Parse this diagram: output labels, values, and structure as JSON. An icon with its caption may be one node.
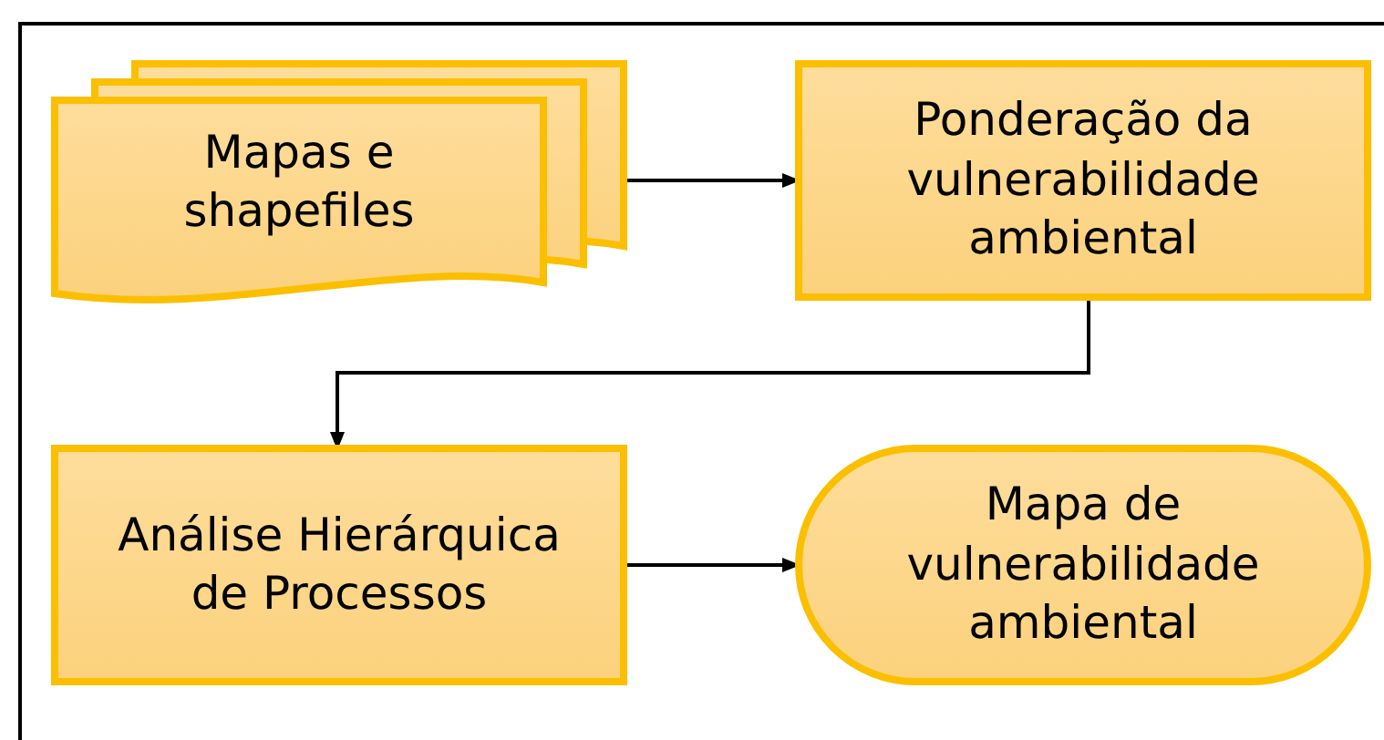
{
  "diagram": {
    "nodes": [
      {
        "text": [
          "Mapas e shapefiles"
        ]
      },
      {
        "text": [
          "Ponderação da vulnerabilidade ambiental"
        ]
      },
      {
        "text": [
          "Análise Hierárquica de Processos"
        ]
      },
      {
        "text": [
          "Mapa de vulnerabilidade ambiental"
        ]
      }
    ],
    "edges": [
      {
        "from": 0,
        "to": 1,
        "arrow": "to"
      },
      {
        "from": 1,
        "to": 2,
        "arrow": "to"
      },
      {
        "from": 2,
        "to": 3,
        "arrow": "to"
      }
    ]
  }
}
